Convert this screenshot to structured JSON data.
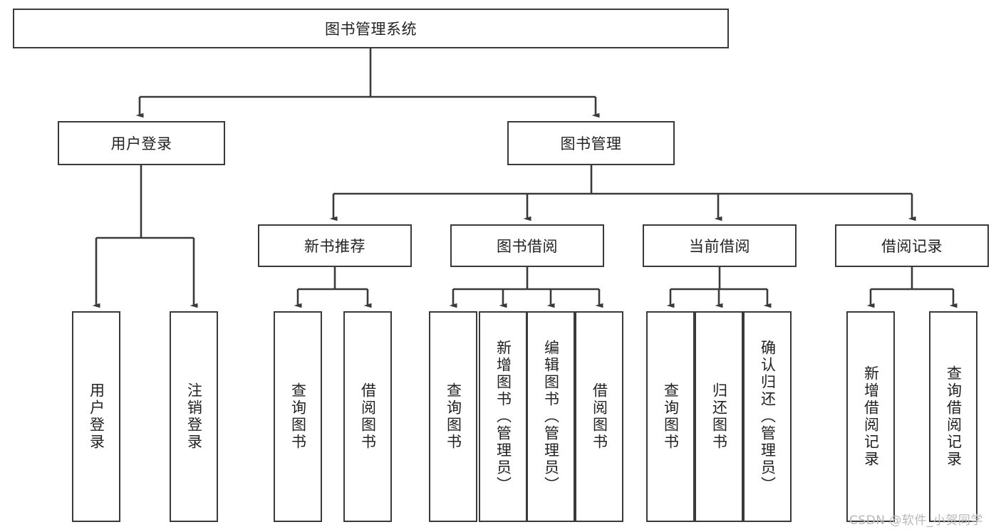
{
  "diagram": {
    "title": "图书管理系统",
    "type": "hierarchy-tree",
    "colors": {
      "stroke": "#3a3a3a",
      "fill": "#ffffff",
      "text": "#222222",
      "watermark": "#b8b8b8"
    },
    "root": {
      "label": "图书管理系统"
    },
    "level2": [
      {
        "label": "用户登录"
      },
      {
        "label": "图书管理"
      }
    ],
    "level3": [
      {
        "label": "新书推荐"
      },
      {
        "label": "图书借阅"
      },
      {
        "label": "当前借阅"
      },
      {
        "label": "借阅记录"
      }
    ],
    "leaves": {
      "user_login": [
        {
          "label": "用户登录"
        },
        {
          "label": "注销登录"
        }
      ],
      "new_book_recommend": [
        {
          "label": "查询图书"
        },
        {
          "label": "借阅图书"
        }
      ],
      "book_borrow": [
        {
          "label": "查询图书"
        },
        {
          "label": "新增图书（管理员）"
        },
        {
          "label": "编辑图书（管理员）"
        },
        {
          "label": "借阅图书"
        }
      ],
      "current_borrow": [
        {
          "label": "查询图书"
        },
        {
          "label": "归还图书"
        },
        {
          "label": "确认归还（管理员）"
        }
      ],
      "borrow_record": [
        {
          "label": "新增借阅记录"
        },
        {
          "label": "查询借阅记录"
        }
      ]
    },
    "watermark": "CSDN @软件_小贺同学"
  }
}
